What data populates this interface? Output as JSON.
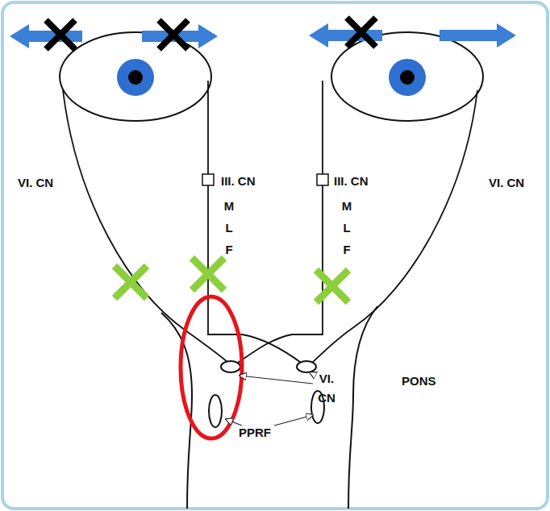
{
  "diagram": {
    "labels": [
      "VI. CN",
      "III. CN",
      "M L F",
      "III. CN",
      "M L F",
      "VI. CN",
      "VI. CN",
      "PONS",
      "PPRF"
    ]
  }
}
